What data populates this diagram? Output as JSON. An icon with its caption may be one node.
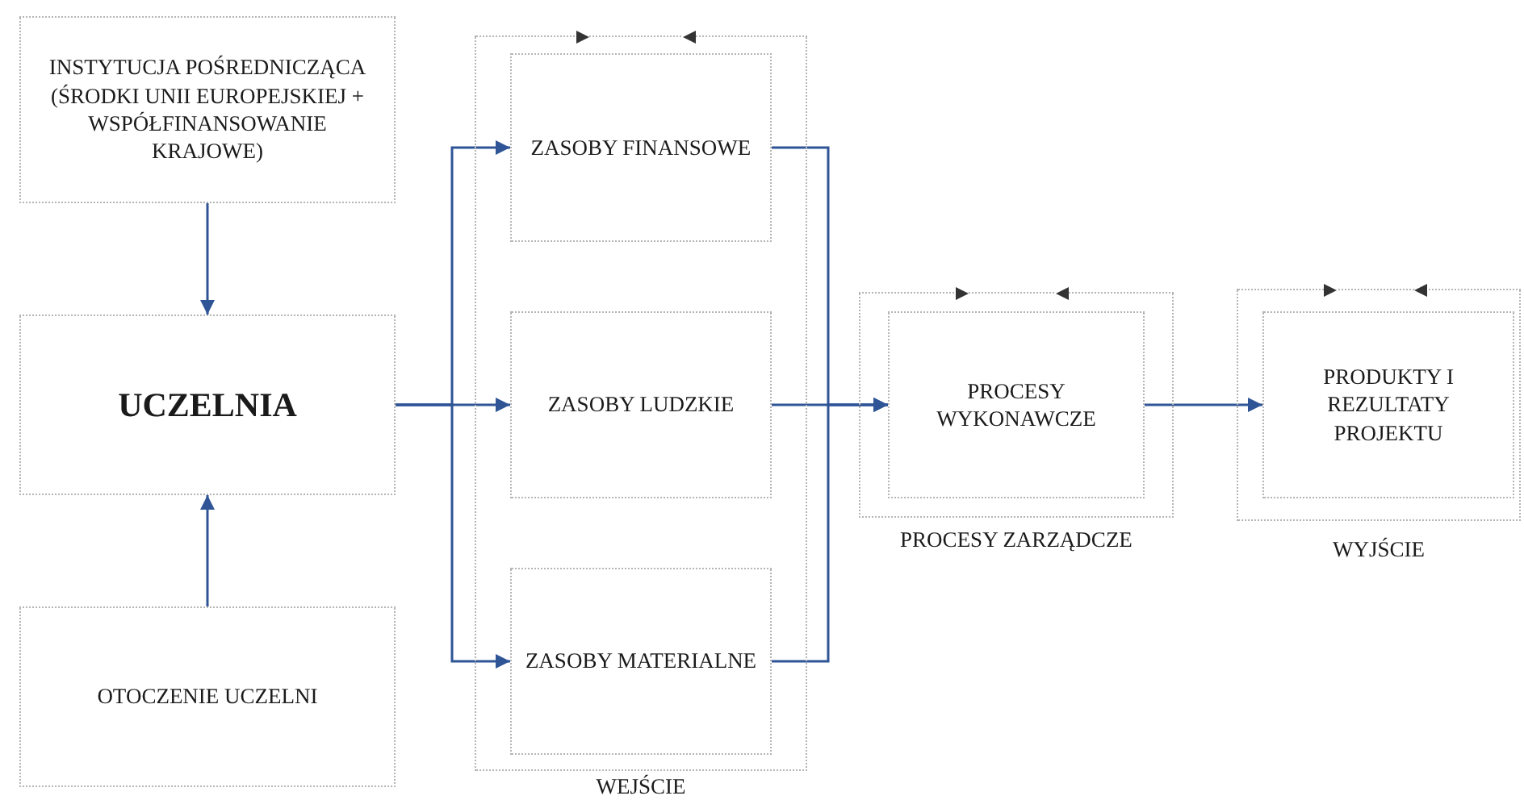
{
  "diagram": {
    "nodes": [
      {
        "text": [
          "INSTYTUCJA POŚREDNICZĄCA (ŚRODKI UNII EUROPEJSKIEJ + WSPÓŁFINANSOWANIE KRAJOWE)"
        ]
      },
      {
        "text": [
          "UCZELNIA"
        ]
      },
      {
        "text": [
          "OTOCZENIE UCZELNI"
        ]
      },
      {
        "text": [
          "WEJŚCIE"
        ]
      },
      {
        "text": [
          "ZASOBY FINANSOWE"
        ],
        "in": 3
      },
      {
        "text": [
          "ZASOBY LUDZKIE"
        ],
        "in": 3
      },
      {
        "text": [
          "ZASOBY MATERIALNE"
        ],
        "in": 3
      },
      {
        "text": [
          "PROCESY ZARZĄDCZE"
        ]
      },
      {
        "text": [
          "PROCESY WYKONAWCZE"
        ],
        "in": 7
      },
      {
        "text": [
          "WYJŚCIE"
        ]
      },
      {
        "text": [
          "PRODUKTY I REZULTATY PROJEKTU"
        ],
        "in": 9
      }
    ],
    "edges": [
      {
        "from": 0,
        "to": 1,
        "arrow": "to"
      },
      {
        "from": 2,
        "to": 1,
        "arrow": "to"
      },
      {
        "from": 1,
        "to": 4,
        "arrow": "to"
      },
      {
        "from": 1,
        "to": 5,
        "arrow": "to"
      },
      {
        "from": 1,
        "to": 6,
        "arrow": "to"
      },
      {
        "from": 4,
        "to": 8,
        "arrow": "to"
      },
      {
        "from": 5,
        "to": 8,
        "arrow": "to"
      },
      {
        "from": 6,
        "to": 8,
        "arrow": "to"
      },
      {
        "from": 8,
        "to": 10,
        "arrow": "to"
      }
    ]
  }
}
